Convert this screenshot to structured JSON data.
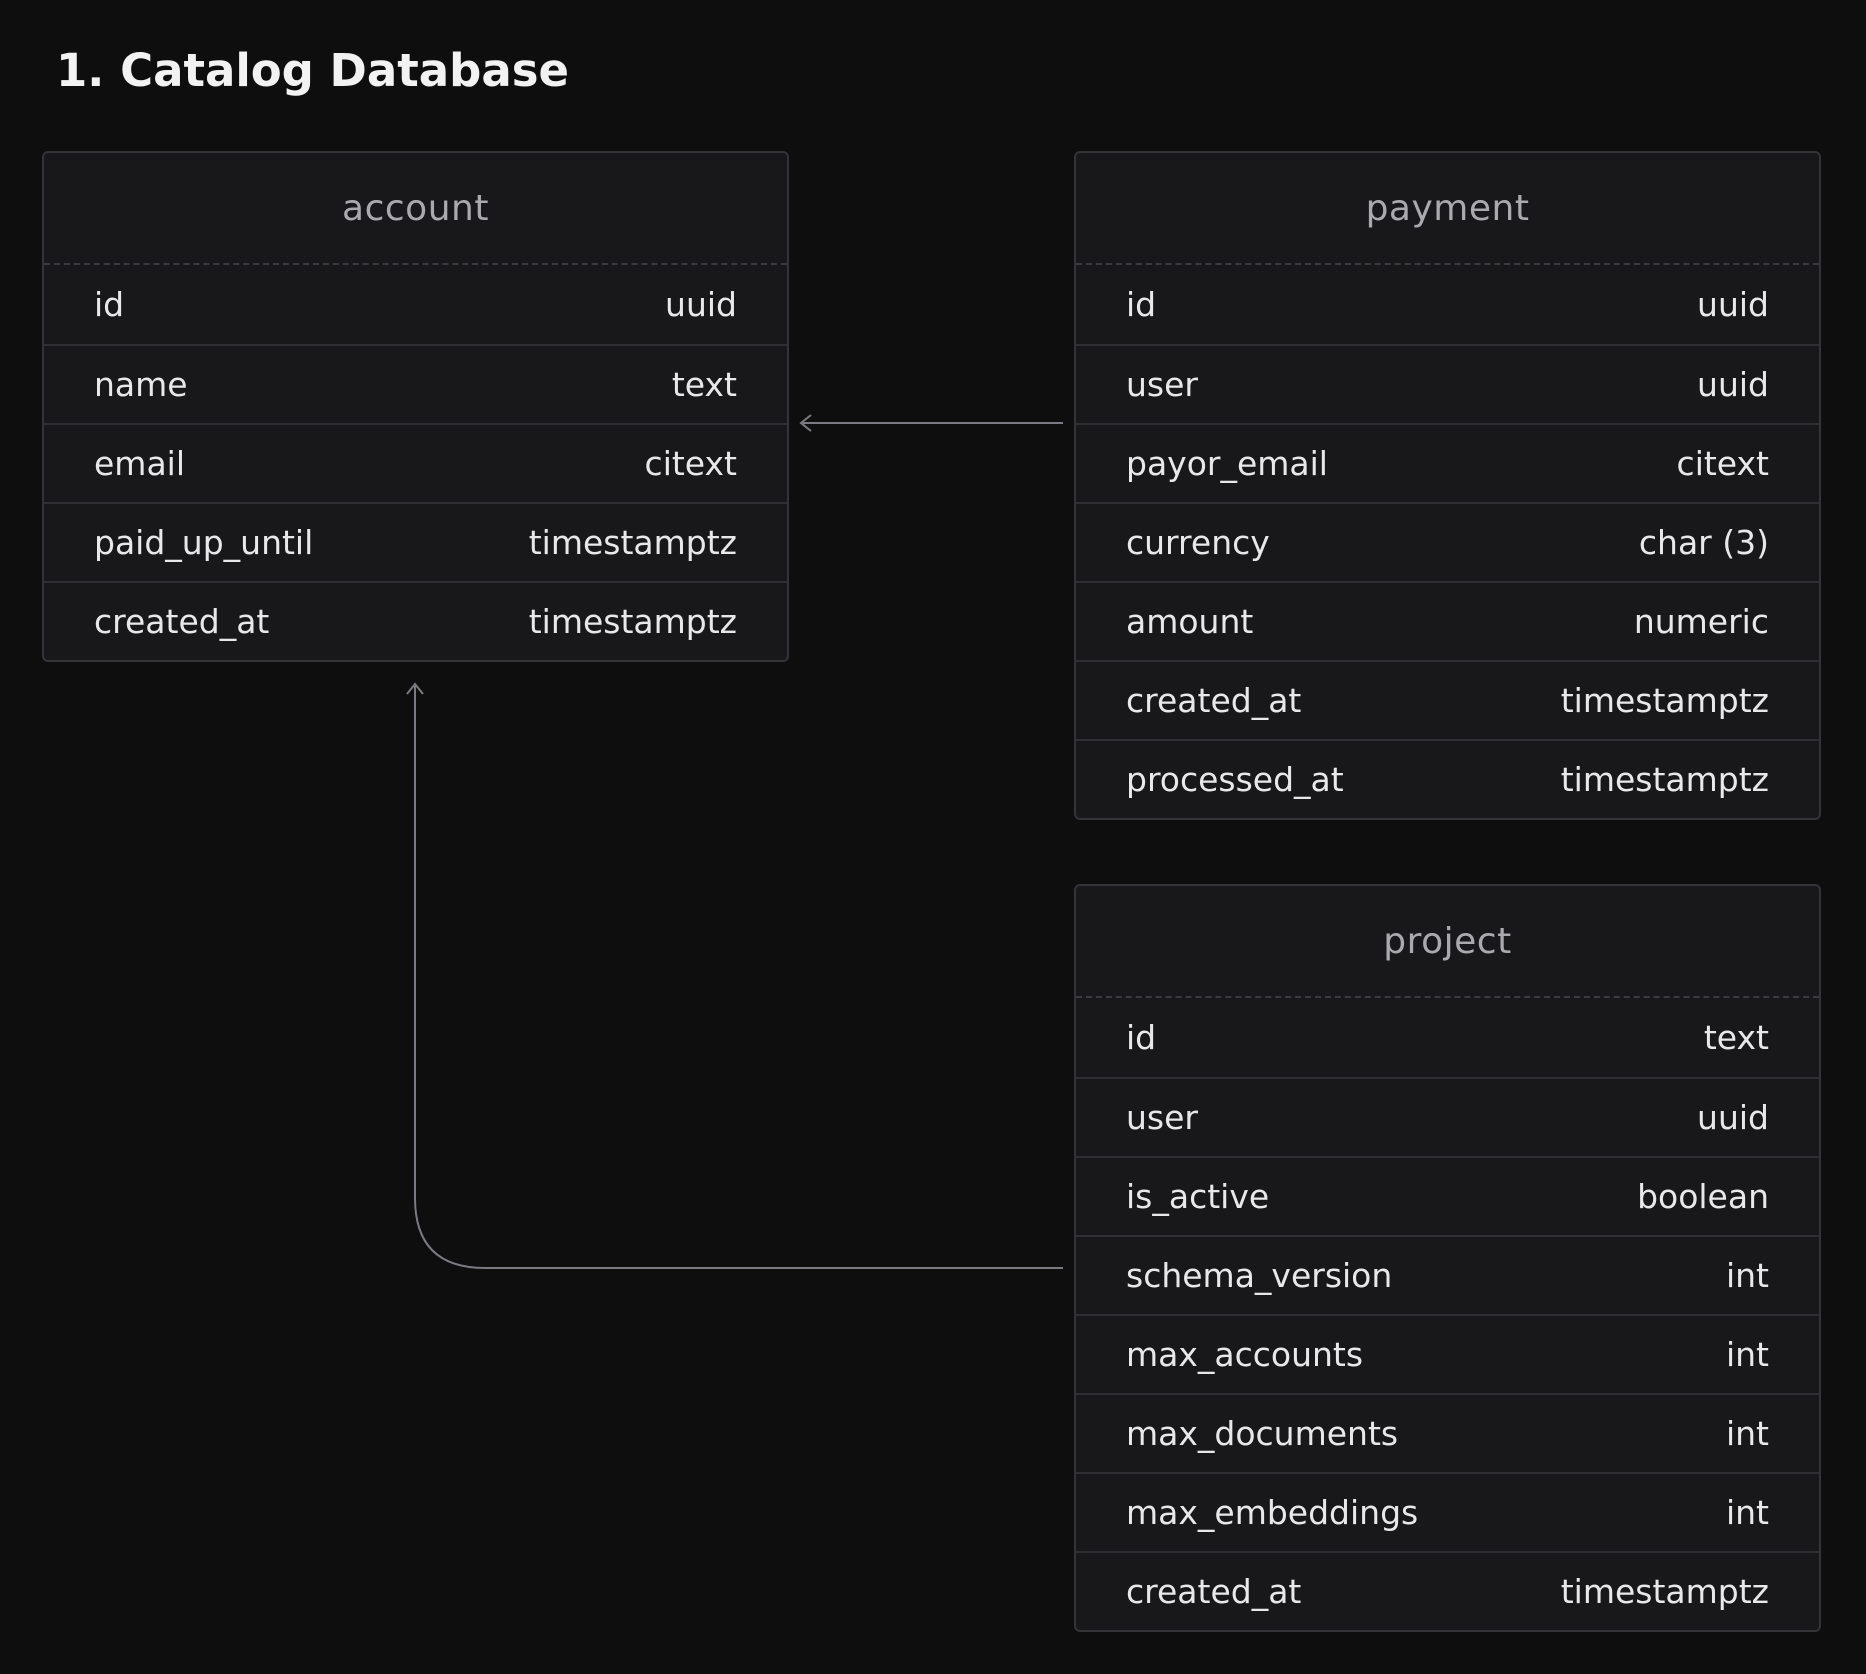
{
  "title": "1. Catalog Database",
  "tables": {
    "account": {
      "name": "account",
      "columns": [
        {
          "name": "id",
          "type": "uuid"
        },
        {
          "name": "name",
          "type": "text"
        },
        {
          "name": "email",
          "type": "citext"
        },
        {
          "name": "paid_up_until",
          "type": "timestamptz"
        },
        {
          "name": "created_at",
          "type": "timestamptz"
        }
      ]
    },
    "payment": {
      "name": "payment",
      "columns": [
        {
          "name": "id",
          "type": "uuid"
        },
        {
          "name": "user",
          "type": "uuid"
        },
        {
          "name": "payor_email",
          "type": "citext"
        },
        {
          "name": "currency",
          "type": "char (3)"
        },
        {
          "name": "amount",
          "type": "numeric"
        },
        {
          "name": "created_at",
          "type": "timestamptz"
        },
        {
          "name": "processed_at",
          "type": "timestamptz"
        }
      ]
    },
    "project": {
      "name": "project",
      "columns": [
        {
          "name": "id",
          "type": "text"
        },
        {
          "name": "user",
          "type": "uuid"
        },
        {
          "name": "is_active",
          "type": "boolean"
        },
        {
          "name": "schema_version",
          "type": "int"
        },
        {
          "name": "max_accounts",
          "type": "int"
        },
        {
          "name": "max_documents",
          "type": "int"
        },
        {
          "name": "max_embeddings",
          "type": "int"
        },
        {
          "name": "created_at",
          "type": "timestamptz"
        }
      ]
    }
  },
  "relations": [
    {
      "from": "payment.user",
      "to": "account"
    },
    {
      "from": "project.schema_version",
      "to": "account"
    }
  ],
  "colors": {
    "background": "#0e0e0f",
    "table_bg": "#18181a",
    "border": "#333338",
    "connector": "#7a7a80"
  }
}
